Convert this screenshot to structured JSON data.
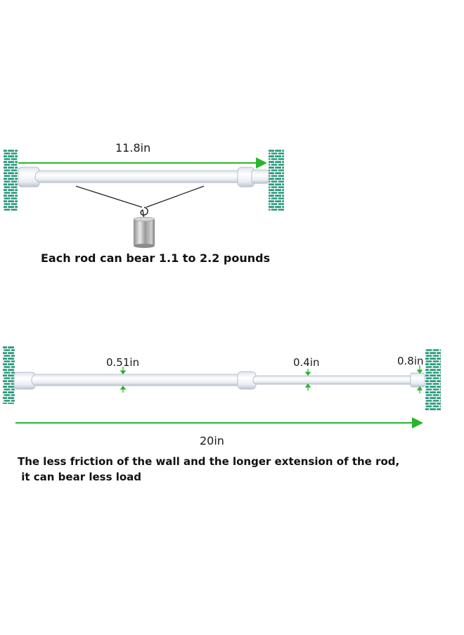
{
  "diagram1": {
    "length_label": "11.8in",
    "caption": "Each rod can bear 1.1 to 2.2 pounds"
  },
  "diagram2": {
    "diameter_labels": [
      "0.51in",
      "0.4in",
      "0.8in"
    ],
    "length_label": "20in",
    "caption_line1": "The less friction of the wall and the longer extension of the rod,",
    "caption_line2": " it can bear less load"
  },
  "colors": {
    "arrow": "#2bb52b",
    "brick": "#2d9a7e",
    "rod": "#eef1f6",
    "rod_edge": "#b8c0cc"
  }
}
